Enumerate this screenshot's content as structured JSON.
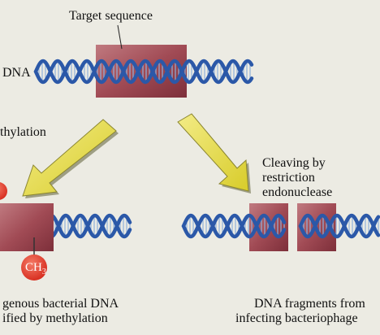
{
  "labels": {
    "target_sequence": "Target sequence",
    "dna": "DNA",
    "methylation": "thylation",
    "cleaving_line1": "Cleaving by",
    "cleaving_line2": "restriction",
    "cleaving_line3": "endonuclease",
    "ch3": "CH",
    "ch3_sub": "3",
    "left_caption_line1": "genous bacterial DNA",
    "left_caption_line2": "ified by methylation",
    "right_caption_line1": "DNA fragments from",
    "right_caption_line2": "infecting bacteriophage"
  },
  "colors": {
    "background": "#ecebe3",
    "helix_strand": "#2b58a8",
    "helix_rungs": "#8fb0dc",
    "target_box": "#a14b55",
    "arrow_fill": "#e8df45",
    "methyl_circle": "#e13a2c"
  }
}
